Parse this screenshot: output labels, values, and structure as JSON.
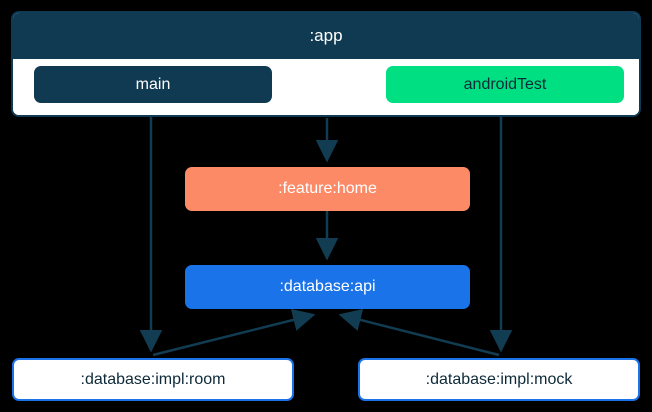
{
  "diagram": {
    "title": ":app",
    "type": "module-dependency-graph",
    "background_color": "#000000",
    "edge_color": "#123C52",
    "containers": [
      {
        "id": "app",
        "label": ":app",
        "header_color": "#103A51",
        "body_color": "#ffffff",
        "border_color": "#103954",
        "source_sets": [
          {
            "id": "main",
            "label": "main",
            "color": "#103A51",
            "text_color": "#ffffff"
          },
          {
            "id": "androidTest",
            "label": "androidTest",
            "color": "#00DF82",
            "text_color": "#0E2A38"
          }
        ]
      }
    ],
    "nodes": [
      {
        "id": "feature-home",
        "label": ":feature:home",
        "color": "#FC8A66",
        "text_color": "#ffffff"
      },
      {
        "id": "database-api",
        "label": ":database:api",
        "color": "#1A73E8",
        "text_color": "#ffffff"
      },
      {
        "id": "database-impl-room",
        "label": ":database:impl:room",
        "color": "#ffffff",
        "text_color": "#0E2A38",
        "border_color": "#1A73E8"
      },
      {
        "id": "database-impl-mock",
        "label": ":database:impl:mock",
        "color": "#ffffff",
        "text_color": "#0E2A38",
        "border_color": "#1A73E8"
      }
    ],
    "edges": [
      {
        "id": "edge-main-to-room",
        "from": "main",
        "to": "database-impl-room"
      },
      {
        "id": "edge-app-to-feature-home",
        "from": "app",
        "to": "feature-home"
      },
      {
        "id": "edge-androidtest-to-mock",
        "from": "androidTest",
        "to": "database-impl-mock"
      },
      {
        "id": "edge-feature-home-to-database-api",
        "from": "feature-home",
        "to": "database-api"
      },
      {
        "id": "edge-room-to-database-api",
        "from": "database-impl-room",
        "to": "database-api"
      },
      {
        "id": "edge-mock-to-database-api",
        "from": "database-impl-mock",
        "to": "database-api"
      }
    ]
  }
}
